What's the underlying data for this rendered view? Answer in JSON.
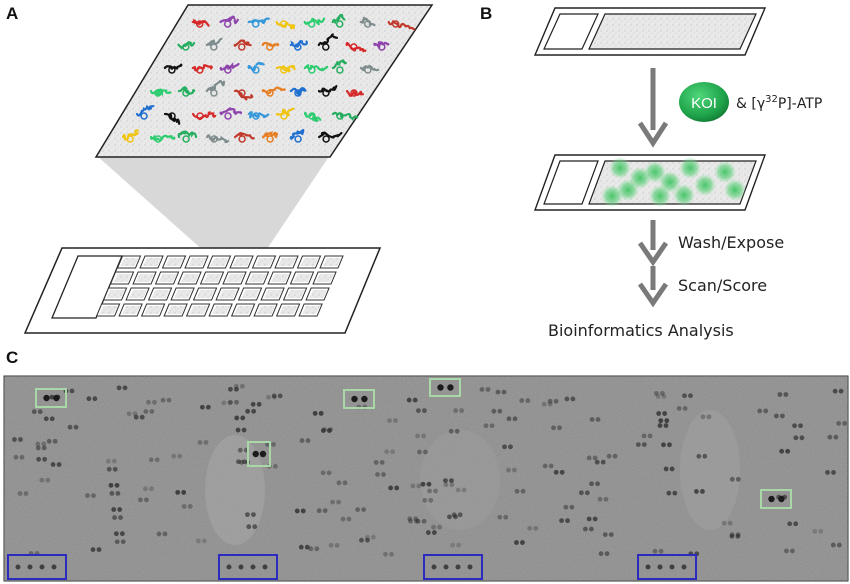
{
  "panels": {
    "a": {
      "letter": "A"
    },
    "b": {
      "letter": "B",
      "koi_badge": "KOI",
      "atp_prefix": "& [γ",
      "atp_sup": "32",
      "atp_suffix": "P]-ATP",
      "step_wash": "Wash/Expose",
      "step_scan": "Scan/Score",
      "final_step": "Bioinformatics Analysis"
    },
    "c": {
      "letter": "C"
    }
  },
  "colors": {
    "arrow": "#7a7a7a",
    "kinase_green": "#1fa34a",
    "highlight_green_box": "#a8d8a8",
    "highlight_blue_box": "#2b2bc0",
    "spot_colors": [
      "#d62828",
      "#1e6fd0",
      "#c0392b",
      "#27ae60",
      "#f1c40f",
      "#8e44ad",
      "#111111",
      "#e67e22",
      "#7f8c8d",
      "#2ecc71",
      "#3498db"
    ]
  },
  "icons": {
    "protein_spot": "squiggle-protein-icon",
    "kinase": "green-kinase-blob-icon",
    "arrow": "down-arrow-icon"
  }
}
